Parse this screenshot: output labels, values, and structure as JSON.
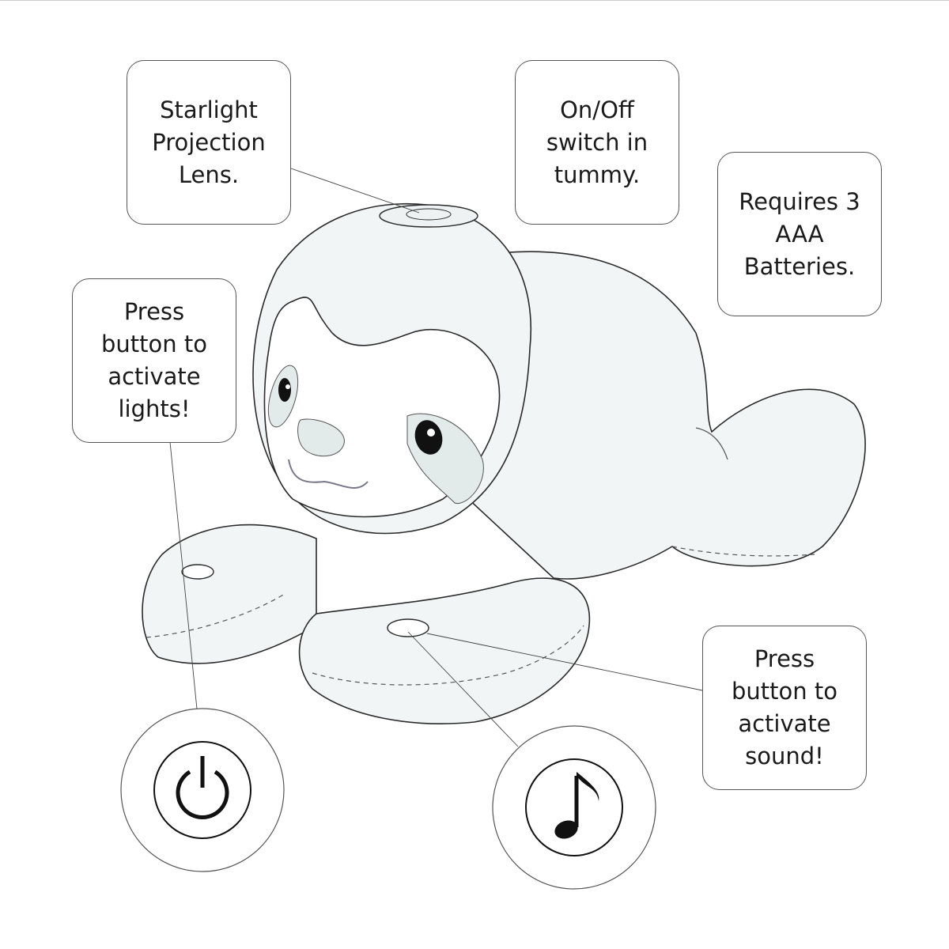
{
  "callouts": {
    "lens": "Starlight\nProjection\nLens.",
    "switch": "On/Off\nswitch in\ntummy.",
    "batteries": "Requires 3\nAAA\nBatteries.",
    "lights": "Press\nbutton to\nactivate\nlights!",
    "sound": "Press\nbutton to\nactivate\nsound!"
  },
  "icons": {
    "lights": "power-icon",
    "sound": "music-note-icon"
  },
  "colors": {
    "body": "#f2f5f5",
    "mask": "#ffffff",
    "patch": "#e3eaea",
    "outline": "#2a2a2a"
  }
}
